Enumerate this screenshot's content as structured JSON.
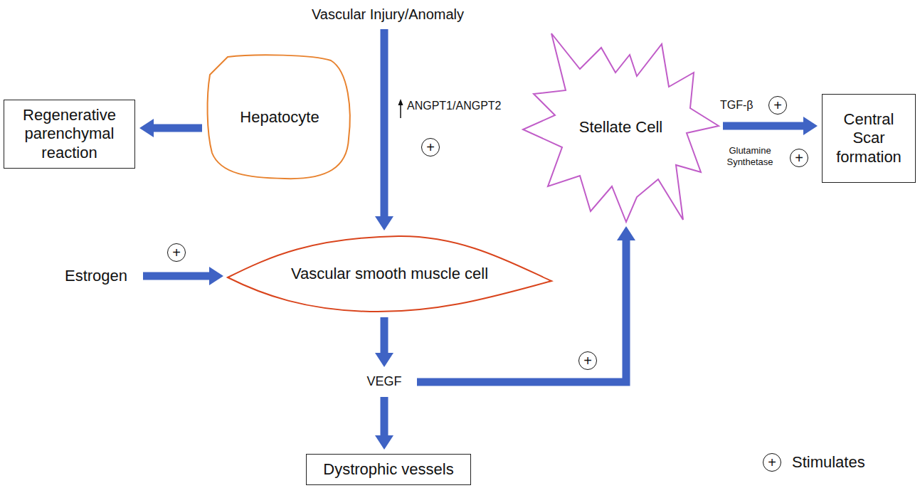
{
  "diagram": {
    "nodes": [
      {
        "text": [
          "Vascular Injury/Anomaly"
        ]
      },
      {
        "text": [
          "Regenerative parenchymal reaction"
        ]
      },
      {
        "text": [
          "Hepatocyte"
        ]
      },
      {
        "text": [
          "Stellate Cell"
        ]
      },
      {
        "text": [
          "Central Scar formation"
        ]
      },
      {
        "text": [
          "Estrogen"
        ]
      },
      {
        "text": [
          "Vascular smooth muscle cell"
        ]
      },
      {
        "text": [
          "VEGF"
        ]
      },
      {
        "text": [
          "Dystrophic vessels"
        ]
      }
    ],
    "edges": [
      {
        "from": 2,
        "to": 1,
        "arrow": "to"
      },
      {
        "from": 0,
        "to": 6,
        "label": "ANGPT1/ANGPT2",
        "arrow": "to"
      },
      {
        "from": 3,
        "to": 4,
        "label": "TGF-β",
        "arrow": "to"
      },
      {
        "from": 5,
        "to": 6,
        "arrow": "to"
      },
      {
        "from": 6,
        "to": 7,
        "arrow": "to"
      },
      {
        "from": 7,
        "to": 3,
        "arrow": "to"
      },
      {
        "from": 7,
        "to": 8,
        "arrow": "to"
      }
    ],
    "labels": [
      "+",
      "+",
      "Glutamine Synthetase",
      "+",
      "+",
      "+",
      "+"
    ],
    "legend": [
      {
        "text": "Stimulates"
      }
    ]
  }
}
